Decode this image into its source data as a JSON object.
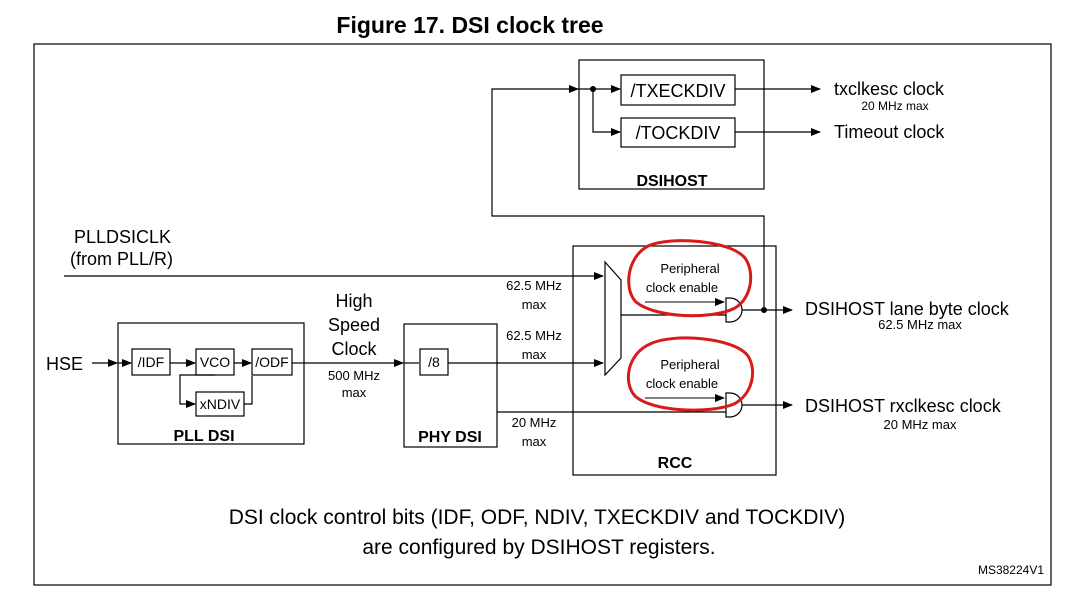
{
  "figure": {
    "title": "Figure 17. DSI clock tree",
    "ref": "MS38224V1",
    "caption_line1": "DSI clock control bits (IDF, ODF, NDIV, TXECKDIV and TOCKDIV)",
    "caption_line2": "are configured by DSIHOST registers."
  },
  "inputs": {
    "plldsiclk_line1": "PLLDSICLK",
    "plldsiclk_line2": "(from PLL/R)",
    "hse": "HSE"
  },
  "pll_dsi": {
    "title": "PLL DSI",
    "idf": "/IDF",
    "vco": "VCO",
    "odf": "/ODF",
    "ndiv": "xNDIV"
  },
  "high_speed_clock": {
    "line1": "High",
    "line2": "Speed",
    "line3": "Clock",
    "freq": "500 MHz",
    "max": "max"
  },
  "phy_dsi": {
    "title": "PHY DSI",
    "div": "/8"
  },
  "frequencies": {
    "top_freq": "62.5 MHz",
    "top_max": "max",
    "mid_freq": "62.5 MHz",
    "mid_max": "max",
    "low_freq": "20 MHz",
    "low_max": "max"
  },
  "rcc": {
    "title": "RCC",
    "gate1_line1": "Peripheral",
    "gate1_line2": "clock enable",
    "gate2_line1": "Peripheral",
    "gate2_line2": "clock enable"
  },
  "dsihost": {
    "title": "DSIHOST",
    "txeckdiv": "/TXECKDIV",
    "tockdiv": "/TOCKDIV"
  },
  "outputs": {
    "txclkesc": "txclkesc clock",
    "txclkesc_max": "20 MHz max",
    "timeout": "Timeout clock",
    "lane_byte": "DSIHOST lane byte clock",
    "lane_byte_max": "62.5 MHz max",
    "rxclkesc": "DSIHOST rxclkesc clock",
    "rxclkesc_max": "20 MHz max"
  },
  "colors": {
    "annotation": "#d81a1a",
    "line": "#000000",
    "frame": "#000000"
  }
}
